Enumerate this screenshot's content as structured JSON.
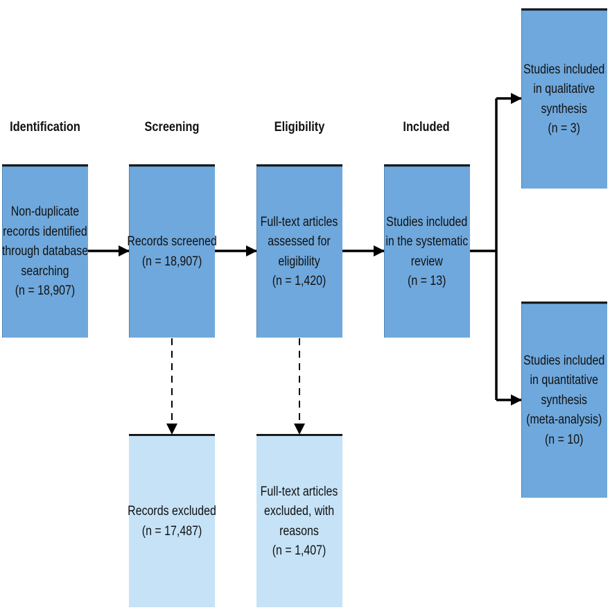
{
  "stages": [
    {
      "label": "Identification"
    },
    {
      "label": "Screening"
    },
    {
      "label": "Eligibility"
    },
    {
      "label": "Included"
    }
  ],
  "boxes": {
    "identification": {
      "lines": [
        "Non-duplicate",
        "records identified",
        "through database",
        "searching",
        "(n = 18,907)"
      ]
    },
    "screening": {
      "lines": [
        "Records screened",
        "(n = 18,907)"
      ]
    },
    "eligibility": {
      "lines": [
        "Full-text articles",
        "assessed for",
        "eligibility",
        "(n = 1,420)"
      ]
    },
    "included": {
      "lines": [
        "Studies included",
        "in the systematic",
        "review",
        "(n =  13)"
      ]
    },
    "qualitative": {
      "lines": [
        "Studies included",
        "in qualitative",
        "synthesis",
        "(n = 3)"
      ]
    },
    "quantitative": {
      "lines": [
        "Studies included",
        "in quantitative",
        "synthesis",
        "(meta-analysis)",
        "(n = 10)"
      ]
    },
    "records_excluded": {
      "lines": [
        "Records excluded",
        "(n = 17,487)"
      ]
    },
    "fulltext_excluded": {
      "lines": [
        "Full-text articles",
        "excluded, with",
        "reasons",
        "(n = 1,407)"
      ]
    }
  },
  "colors": {
    "process_box": "#6fa8dc",
    "excluded_box": "#c5e2f7",
    "arrow": "#000000"
  }
}
